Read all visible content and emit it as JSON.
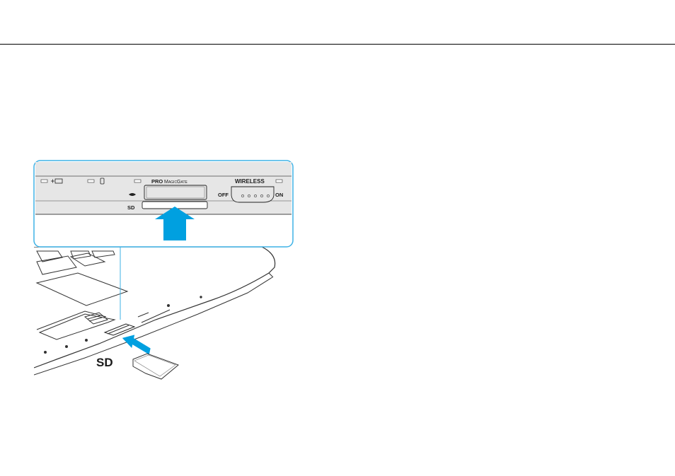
{
  "panel": {
    "labels": {
      "pro": "PRO",
      "magicgate": "MagicGate",
      "sd": "SD",
      "wireless": "WIRELESS",
      "off": "OFF",
      "on": "ON"
    }
  },
  "callout": {
    "sd_label": "SD"
  },
  "colors": {
    "accent": "#00a0e0",
    "frame": "#3eb2e6",
    "body_line": "#333333"
  },
  "icons": {
    "battery": "battery-icon",
    "hdd": "hdd-icon",
    "memory_stick": "memory-stick-icon",
    "arrow": "insert-arrow-icon"
  }
}
